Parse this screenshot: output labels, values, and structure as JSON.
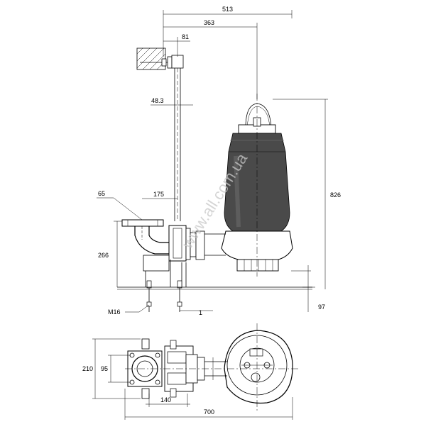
{
  "drawing": {
    "dimensions": {
      "d513": "513",
      "d363": "363",
      "d81": "81",
      "d48_3": "48.3",
      "d175": "175",
      "d65": "65",
      "d266": "266",
      "d826": "826",
      "d97": "97",
      "m16": "M16",
      "d1": "1",
      "d210": "210",
      "d95": "95",
      "d140": "140",
      "d700": "700"
    },
    "watermark": "www.all.com.ua"
  }
}
